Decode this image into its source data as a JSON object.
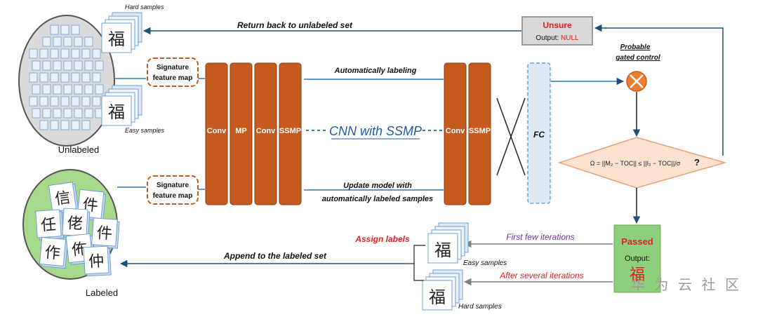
{
  "colors": {
    "conv": "#c55a1e",
    "conv_border": "#8f3b10",
    "fc_fill": "#ddeaf6",
    "fc_border": "#6f9fd2",
    "arrow": "#1f4e79",
    "line_blue": "#2e75b6",
    "label_blue": "#1f5aa6",
    "red": "#e02020",
    "purple": "#7030a0",
    "gate_fill": "#ed7d31",
    "diamond_fill": "#fbe3d0",
    "diamond_border": "#e5a27a",
    "passed_fill": "#8ecf7a",
    "unsure_fill": "#d9d9d9",
    "labeled_pool": "#a6d98c",
    "unlabeled_pool": "#dadada"
  },
  "pools": {
    "unlabeled_caption": "Unlabeled",
    "labeled_caption": "Labeled",
    "hard_samples_top": "Hard samples",
    "easy_samples_top": "Easy samples",
    "unlabeled_glyph_top": "福",
    "unlabeled_glyph_bottom": "福",
    "labeled_glyphs": [
      "信",
      "件",
      "任",
      "佬",
      "作",
      "佈",
      "件",
      "仲"
    ]
  },
  "arrows": {
    "return_back": "Return back to unlabeled set",
    "auto_labeling": "Automatically labeling",
    "update_model": "Update model with",
    "update_model_2": "automatically labeled samples",
    "append": "Append to the labeled set",
    "first_iterations": "First few iterations",
    "after_iterations": "After several iterations"
  },
  "network": {
    "sig_map_line1": "Signature",
    "sig_map_line2": "feature map",
    "layers_left": [
      "Conv",
      "MP",
      "Conv",
      "SSMP"
    ],
    "layers_right": [
      "Conv",
      "SSMP"
    ],
    "center_label": "CNN with SSMP",
    "fc_label": "FC"
  },
  "decision": {
    "gate_title_1": "Probable",
    "gate_title_2": "gated control",
    "condition": "Ω = ||M₂ − TOC|| ≤ ||I₂ − TOC||/σ",
    "question_mark": "?",
    "unsure_title": "Unsure",
    "unsure_output_label": "Output: ",
    "unsure_output_value": "NULL",
    "passed_title": "Passed",
    "passed_output_label": "Output:",
    "passed_output_glyph": "福"
  },
  "assign": {
    "assign_labels": "Assign labels",
    "easy_samples": "Easy samples",
    "hard_samples": "Hard samples",
    "easy_glyph": "福",
    "hard_glyph": "福"
  },
  "watermark": "华 为 云 社 区"
}
